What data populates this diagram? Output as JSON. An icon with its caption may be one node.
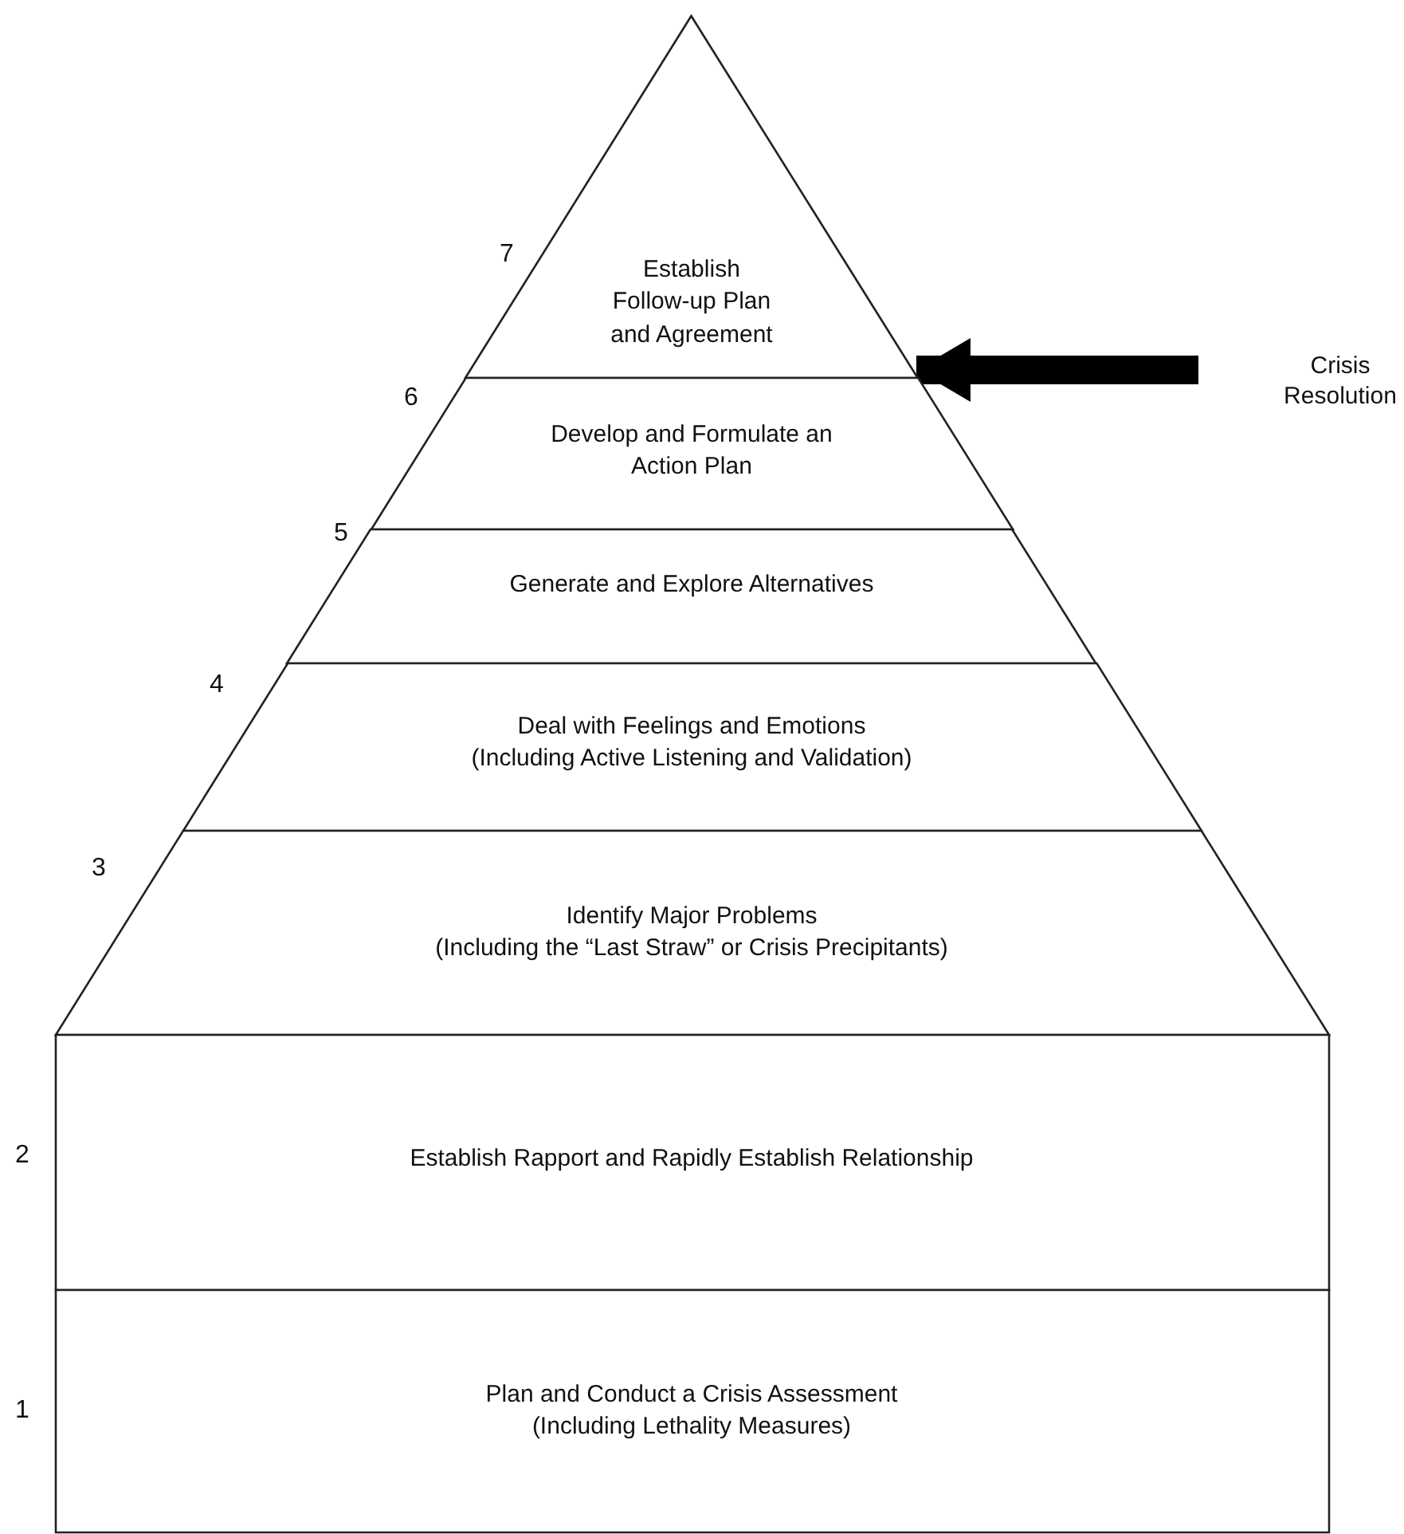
{
  "diagram": {
    "nodes": [
      {
        "text": [
          "Establish Follow-up Plan and Agreement"
        ],
        "beside": [
          "7"
        ]
      },
      {
        "text": [
          "Develop and Formulate an Action Plan"
        ],
        "beside": [
          "6"
        ]
      },
      {
        "text": [
          "Generate and Explore Alternatives"
        ],
        "beside": [
          "5"
        ]
      },
      {
        "text": [
          "Deal with Feelings and Emotions",
          "(Including Active Listening and Validation)"
        ],
        "beside": [
          "4"
        ]
      },
      {
        "text": [
          "Identify Major Problems",
          "(Including the “Last Straw” or Crisis Precipitants)"
        ],
        "beside": [
          "3"
        ]
      },
      {
        "text": [
          "Establish Rapport and Rapidly Establish Relationship"
        ],
        "beside": [
          "2"
        ]
      },
      {
        "text": [
          "Plan and Conduct a Crisis Assessment",
          "(Including Lethality Measures)"
        ],
        "beside": [
          "1"
        ]
      },
      {
        "text": [
          "Crisis Resolution"
        ]
      }
    ],
    "edges": [
      {
        "from": 7,
        "to": 0,
        "arrow": "to"
      }
    ]
  }
}
